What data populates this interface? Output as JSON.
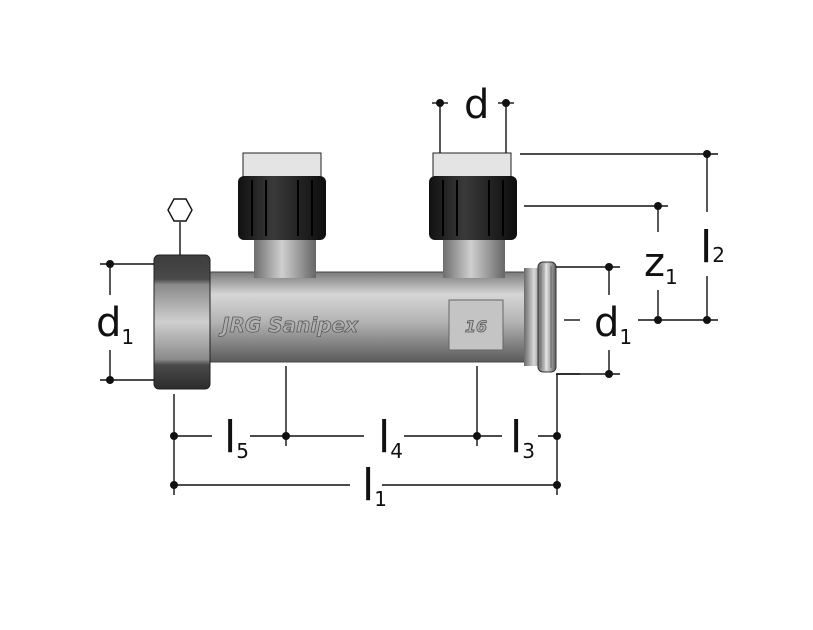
{
  "diagram": {
    "subject": "Manifold with two branch outlets",
    "brand_marking": "JRG Sanipex",
    "size_marking": "16",
    "colors": {
      "line": "#111111",
      "metal_light": "#c9c9c9",
      "metal_mid": "#9a9a9a",
      "metal_dark": "#555555",
      "nut_black": "#1e1e1e",
      "ring_white": "#e6e6e6"
    },
    "labels": {
      "d": {
        "main": "d",
        "sub": ""
      },
      "d1_left": {
        "main": "d",
        "sub": "1"
      },
      "d1_right": {
        "main": "d",
        "sub": "1"
      },
      "z1": {
        "main": "z",
        "sub": "1"
      },
      "l1": {
        "main": "l",
        "sub": "1"
      },
      "l2": {
        "main": "l",
        "sub": "2"
      },
      "l3": {
        "main": "l",
        "sub": "3"
      },
      "l4": {
        "main": "l",
        "sub": "4"
      },
      "l5": {
        "main": "l",
        "sub": "5"
      }
    },
    "symbols": {
      "hex_nut": "hexagon-icon"
    }
  }
}
